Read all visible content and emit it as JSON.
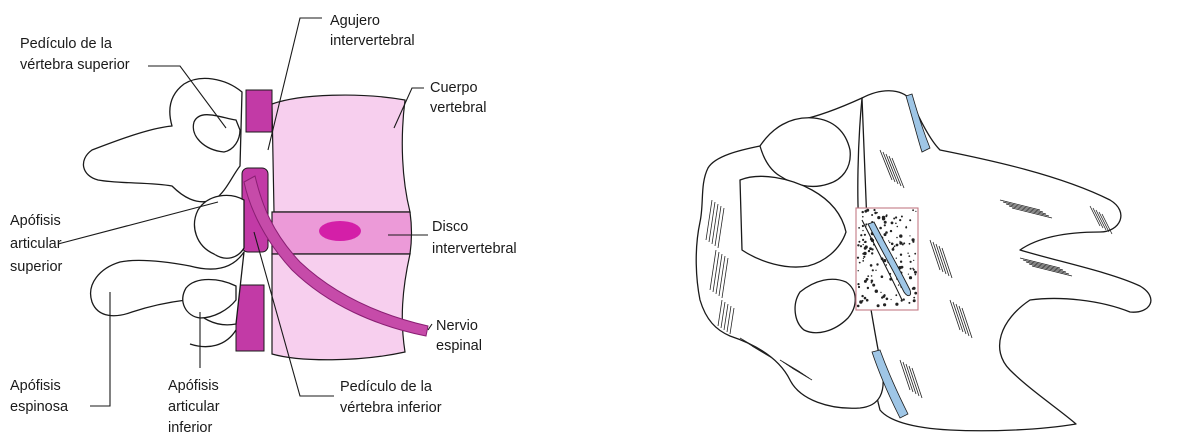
{
  "colors": {
    "vertebral_body": "#f7cfee",
    "disc_band": "#ec9ad8",
    "nucleus": "#d41fa8",
    "ligament": "#c23aa6",
    "nerve": "#c64ba9",
    "nerve_outline": "#8a1f73",
    "cartilage_blue": "#9fc6e6",
    "inset_box": "#c47a86",
    "ink": "#1a1a1a"
  },
  "labels": {
    "agujero_l1": "Agujero",
    "agujero_l2": "intervertebral",
    "pediculo_sup_l1": "Pedículo de la",
    "pediculo_sup_l2": "vértebra superior",
    "cuerpo_l1": "Cuerpo",
    "cuerpo_l2": "vertebral",
    "apofisis_art_sup_l1": "Apófisis",
    "apofisis_art_sup_l2": "articular",
    "apofisis_art_sup_l3": "superior",
    "disco_l1": "Disco",
    "disco_l2": "intervertebral",
    "nervio_l1": "Nervio",
    "nervio_l2": "espinal",
    "pediculo_inf_l1": "Pedículo de la",
    "pediculo_inf_l2": "vértebra inferior",
    "apofisis_esp_l1": "Apófisis",
    "apofisis_esp_l2": "espinosa",
    "apofisis_art_inf_l1": "Apófisis",
    "apofisis_art_inf_l2": "articular",
    "apofisis_art_inf_l3": "inferior"
  }
}
